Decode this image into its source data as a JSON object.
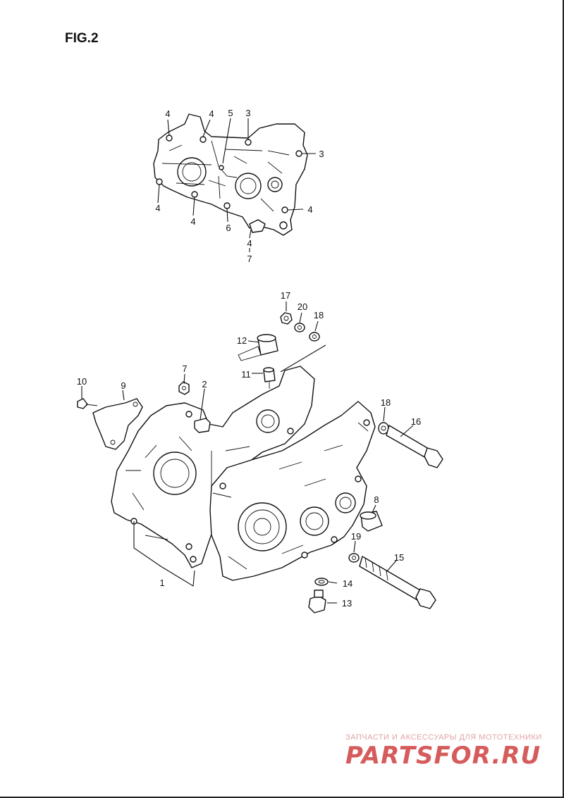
{
  "figure": {
    "title": "FIG.2"
  },
  "callouts": {
    "cover": [
      "4",
      "4",
      "5",
      "3",
      "3",
      "4",
      "4",
      "6",
      "4",
      "4",
      "7"
    ],
    "crankcase": [
      "17",
      "20",
      "18",
      "12",
      "11",
      "7",
      "10",
      "9",
      "2",
      "18",
      "16",
      "8",
      "19",
      "15",
      "14",
      "13",
      "1"
    ]
  },
  "watermark": {
    "line": "ЗАПЧАСТИ И АКСЕССУАРЫ ДЛЯ МОТОТЕХНИКИ",
    "brand": "PARTSFOR.RU"
  }
}
